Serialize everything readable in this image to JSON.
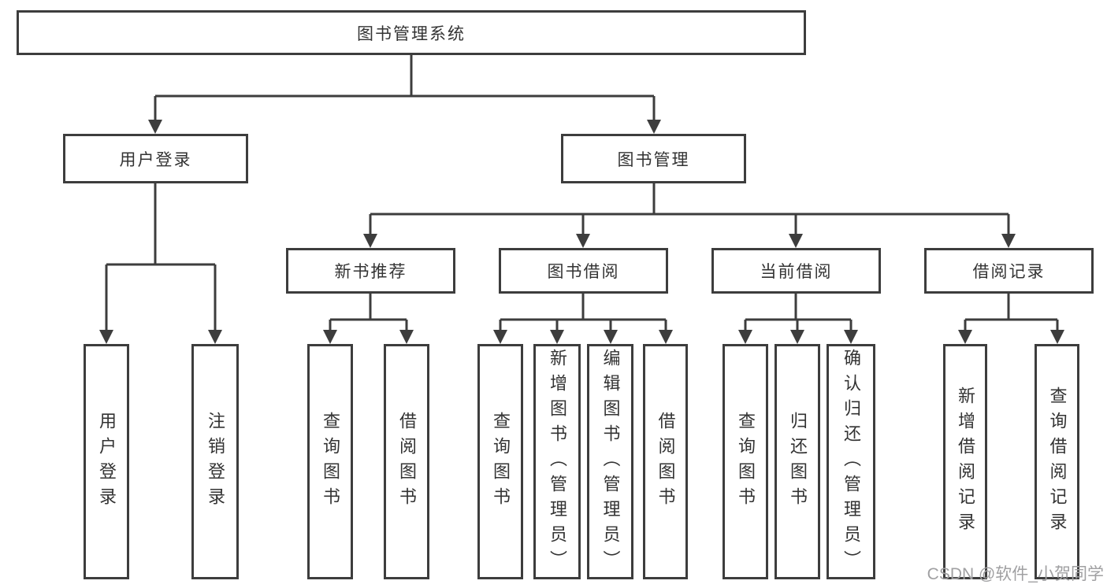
{
  "diagram": {
    "root": {
      "label": "图书管理系统"
    },
    "level2": [
      {
        "label": "用户登录",
        "leaves": [
          "用户登录",
          "注销登录"
        ]
      },
      {
        "label": "图书管理",
        "children": [
          {
            "label": "新书推荐",
            "leaves": [
              "查询图书",
              "借阅图书"
            ]
          },
          {
            "label": "图书借阅",
            "leaves": [
              "查询图书",
              "新增图书（管理员）",
              "编辑图书（管理员）",
              "借阅图书"
            ]
          },
          {
            "label": "当前借阅",
            "leaves": [
              "查询图书",
              "归还图书",
              "确认归还（管理员）"
            ]
          },
          {
            "label": "借阅记录",
            "leaves": [
              "新增借阅记录",
              "查询借阅记录"
            ]
          }
        ]
      }
    ]
  },
  "watermark": {
    "text": "CSDN @软件_小贺同学",
    "color": "#a0a0a2"
  },
  "colors": {
    "line": "#3d3d3d",
    "text": "#333333",
    "box_fill": "#ffffff",
    "background": "#ffffff"
  }
}
